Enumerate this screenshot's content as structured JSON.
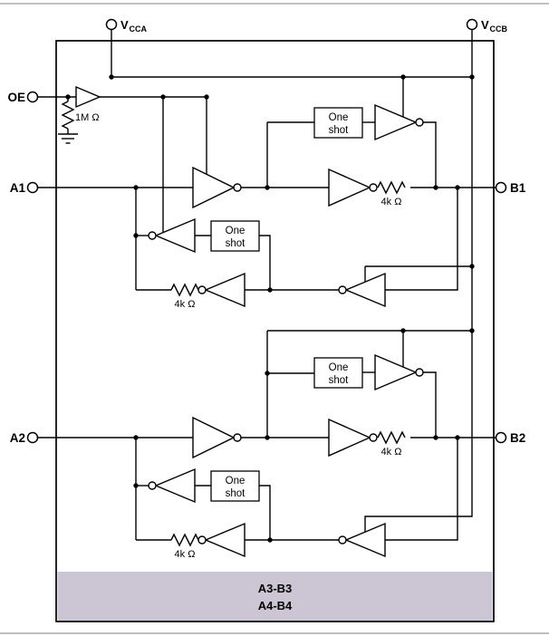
{
  "terminals": {
    "vcca": {
      "main": "V",
      "sub": "CCA"
    },
    "vccb": {
      "main": "V",
      "sub": "CCB"
    },
    "oe": {
      "label": "OE"
    },
    "a1": {
      "label": "A1"
    },
    "a2": {
      "label": "A2"
    },
    "b1": {
      "label": "B1"
    },
    "b2": {
      "label": "B2"
    }
  },
  "components": {
    "one_shot": {
      "line1": "One",
      "line2": "shot"
    },
    "pulldown_resistor_value": "1M Ω",
    "series_resistor_value": "4k Ω"
  },
  "footer": {
    "row1": "A3-B3",
    "row2": "A4-B4"
  },
  "colors": {
    "wire": "#000000",
    "footer_background": "#ccc6d4",
    "page_border": "#aaaaaa"
  }
}
